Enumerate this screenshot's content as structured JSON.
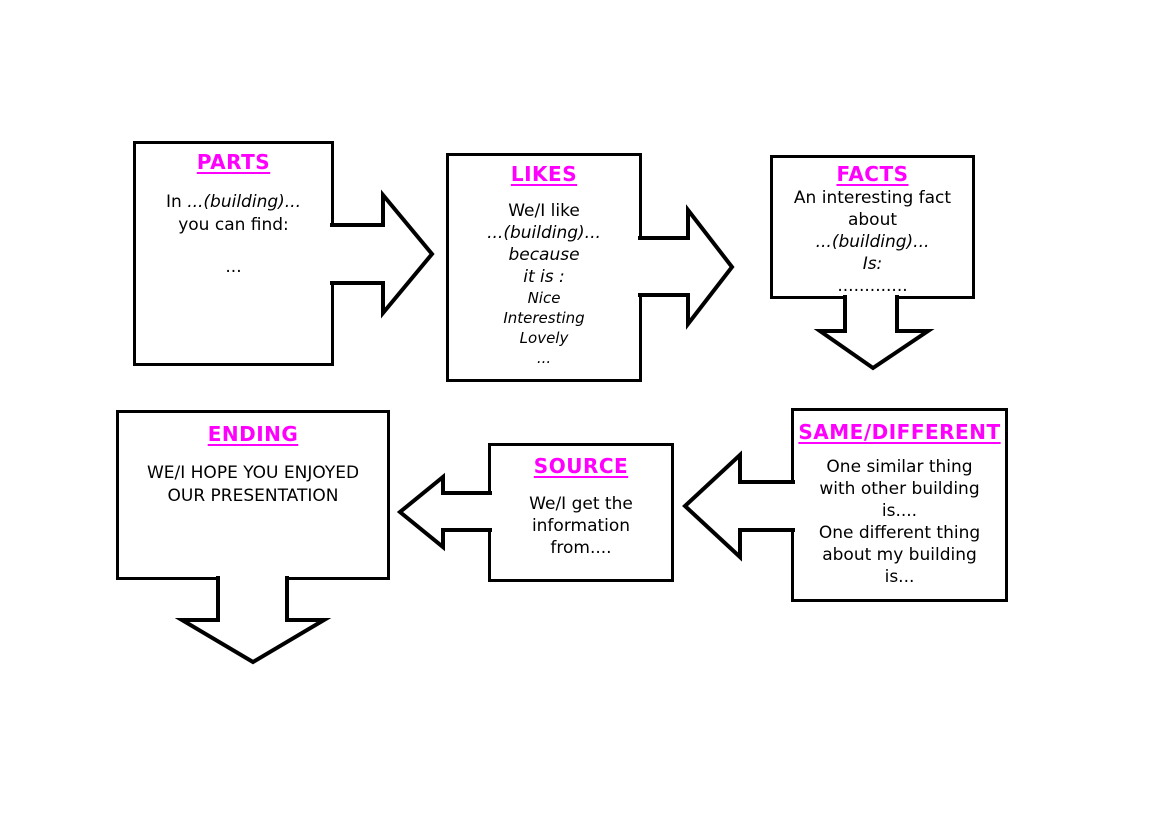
{
  "accent_color": "#ff00ff",
  "line_color": "#000000",
  "background_color": "#ffffff",
  "boxes": {
    "parts": {
      "title": "PARTS",
      "line1_prefix": "In ",
      "line1_italic": "...(building)...",
      "line2": "you can find:",
      "line3": "..."
    },
    "likes": {
      "title": "LIKES",
      "lines": [
        "We/I like",
        "...(building)...",
        "because",
        "it is :",
        "Nice",
        "Interesting",
        "Lovely",
        "..."
      ]
    },
    "facts": {
      "title": "FACTS",
      "lines": [
        "An interesting fact",
        "about",
        "...(building)...",
        "Is:",
        "............."
      ]
    },
    "same_different": {
      "title": "SAME/DIFFERENT",
      "lines": [
        "One similar thing",
        "with other building",
        "is....",
        "One different thing",
        "about my building",
        "is..."
      ]
    },
    "source": {
      "title": "SOURCE",
      "lines": [
        "We/I get the",
        "information",
        "from...."
      ]
    },
    "ending": {
      "title": "ENDING",
      "lines": [
        "WE/I HOPE YOU ENJOYED",
        "OUR PRESENTATION"
      ]
    }
  },
  "arrows": [
    {
      "name": "arrow-parts-to-likes",
      "direction": "right",
      "from": "parts",
      "to": "likes"
    },
    {
      "name": "arrow-likes-to-facts",
      "direction": "right",
      "from": "likes",
      "to": "facts"
    },
    {
      "name": "arrow-facts-to-same-different",
      "direction": "down",
      "from": "facts",
      "to": "same_different"
    },
    {
      "name": "arrow-same-different-to-source",
      "direction": "left",
      "from": "same_different",
      "to": "source"
    },
    {
      "name": "arrow-source-to-ending",
      "direction": "left",
      "from": "source",
      "to": "ending"
    },
    {
      "name": "arrow-ending-out",
      "direction": "down",
      "from": "ending",
      "to": ""
    }
  ]
}
